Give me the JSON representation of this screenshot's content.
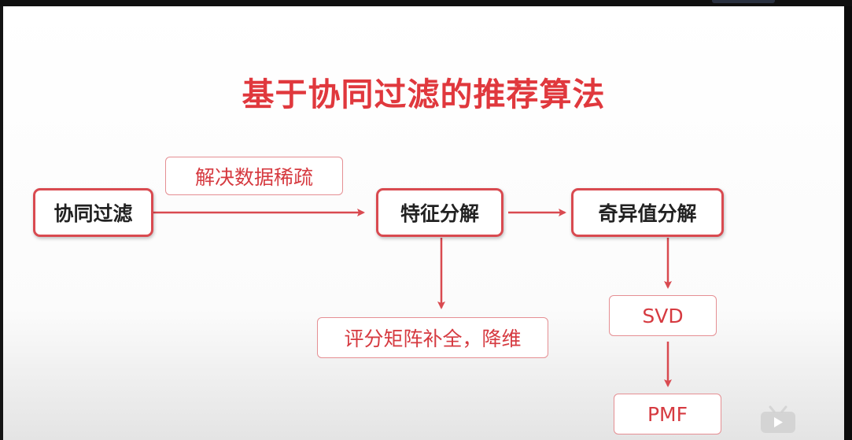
{
  "slide": {
    "title": "基于协同过滤的推荐算法"
  },
  "nodes": {
    "collaborative_filtering": "协同过滤",
    "matrix_factorization": "特征分解",
    "svd_decomposition": "奇异值分解",
    "solve_sparsity": "解决数据稀疏",
    "rating_completion": "评分矩阵补全，降维",
    "svd": "SVD",
    "pmf": "PMF"
  },
  "colors": {
    "title": "#e0383d",
    "box_border": "#d94a50",
    "note_border": "#e58f93",
    "note_text": "#d63a40",
    "arrow": "#d94a50"
  },
  "icons": {
    "watermark": "bilibili-tv-icon"
  }
}
